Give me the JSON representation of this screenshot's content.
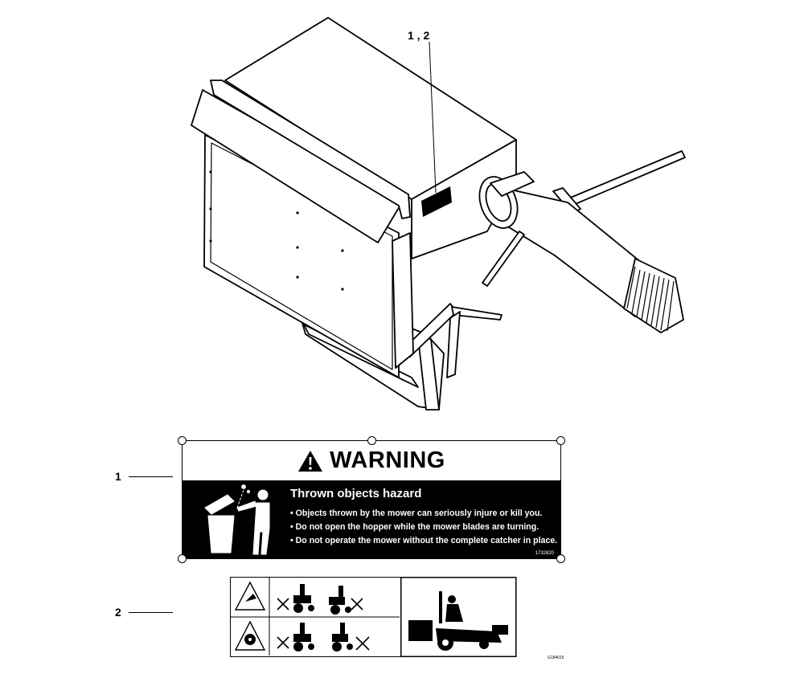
{
  "figure": {
    "callout_top": "1 , 2",
    "callout_1": "1",
    "callout_2": "2",
    "figure_code": "G184015"
  },
  "decal_1": {
    "title": "WARNING",
    "subtitle": "Thrown objects hazard",
    "bullets": [
      "• Objects thrown by the mower can seriously injure or kill you.",
      "• Do not open the hopper while the mower blades are turning.",
      "• Do not operate the mower without the complete catcher in place."
    ],
    "part_code": "1732820"
  },
  "icons": {
    "hazard": "warning-triangle-icon",
    "person_hopper": "thrown-object-person-icon",
    "thrown_object": "thrown-object-hazard-icon",
    "blade": "blade-hazard-icon",
    "mower": "riding-mower-icon"
  }
}
